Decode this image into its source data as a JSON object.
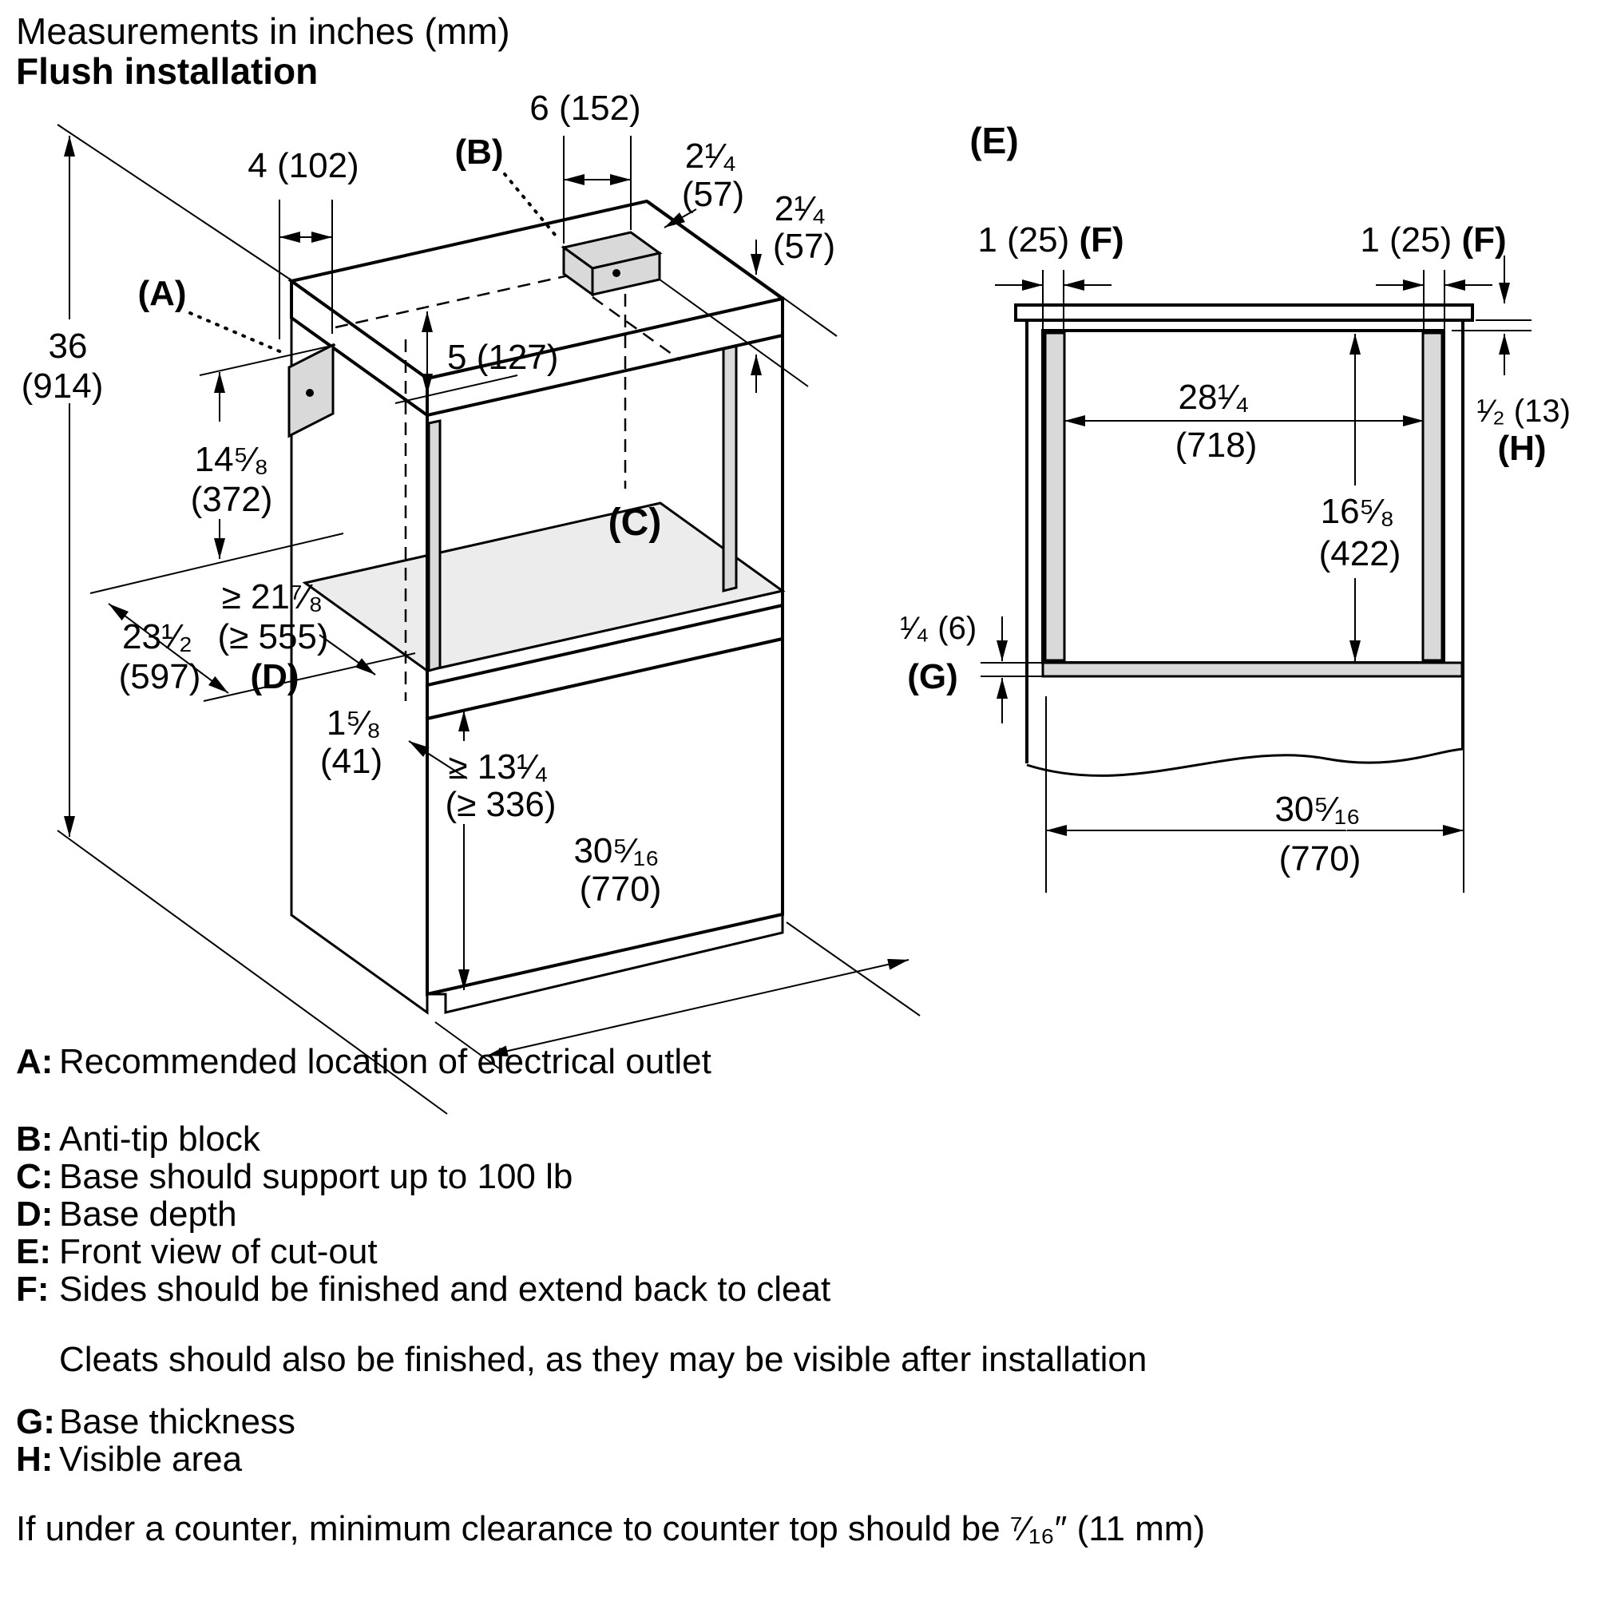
{
  "title": {
    "line1": "Measurements in inches (mm)",
    "line2": "Flush installation"
  },
  "iso": {
    "dim_36": "36",
    "dim_914": "(914)",
    "dim_4_102": "4 (102)",
    "label_a": "(A)",
    "label_b": "(B)",
    "label_c": "(C)",
    "label_d": "(D)",
    "dim_6_152": "6 (152)",
    "dim_2quarter_1": "2¹⁄₄",
    "dim_57_1": "(57)",
    "dim_2quarter_2": "2¹⁄₄",
    "dim_57_2": "(57)",
    "dim_5_127": "5 (127)",
    "dim_14": "14⁵⁄₈",
    "dim_372": "(372)",
    "dim_21": "≥ 21⁷⁄₈",
    "dim_555": "(≥ 555)",
    "dim_23": "23¹⁄₂",
    "dim_597": "(597)",
    "dim_158": "1⁵⁄₈",
    "dim_41": "(41)",
    "dim_13": "≥ 13¹⁄₄",
    "dim_336": "(≥ 336)",
    "dim_30": "30⁵⁄₁₆",
    "dim_770": "(770)"
  },
  "front": {
    "label_e": "(E)",
    "dim_f_left": "1 (25) ",
    "f_left": "(F)",
    "dim_f_right": "1 (25) ",
    "f_right": "(F)",
    "dim_28": "28¹⁄₄",
    "dim_718": "(718)",
    "dim_16": "16⁵⁄₈",
    "dim_422": "(422)",
    "dim_half": "¹⁄₂ (13)",
    "label_h": "(H)",
    "dim_quarter": "¹⁄₄ (6)",
    "label_g": "(G)",
    "dim_30": "30⁵⁄₁₆",
    "dim_770": "(770)"
  },
  "legend": {
    "rows": [
      {
        "k": "A:",
        "v": "Recommended location of electrical outlet"
      },
      {
        "k": "B:",
        "v": "Anti-tip block"
      },
      {
        "k": "C:",
        "v": "Base should support up to 100 lb"
      },
      {
        "k": "D:",
        "v": "Base depth"
      },
      {
        "k": "E:",
        "v": "Front view of cut-out"
      },
      {
        "k": "F:",
        "v": "Sides should be finished and extend back to cleat"
      },
      {
        "k": "G:",
        "v": "Base thickness"
      },
      {
        "k": "H:",
        "v": "Visible area"
      }
    ],
    "note_cleats": "Cleats should also be finished, as they may be visible after installation",
    "note_bottom": "If under a counter, minimum clearance to counter top should be ⁷⁄₁₆″ (11 mm)"
  }
}
